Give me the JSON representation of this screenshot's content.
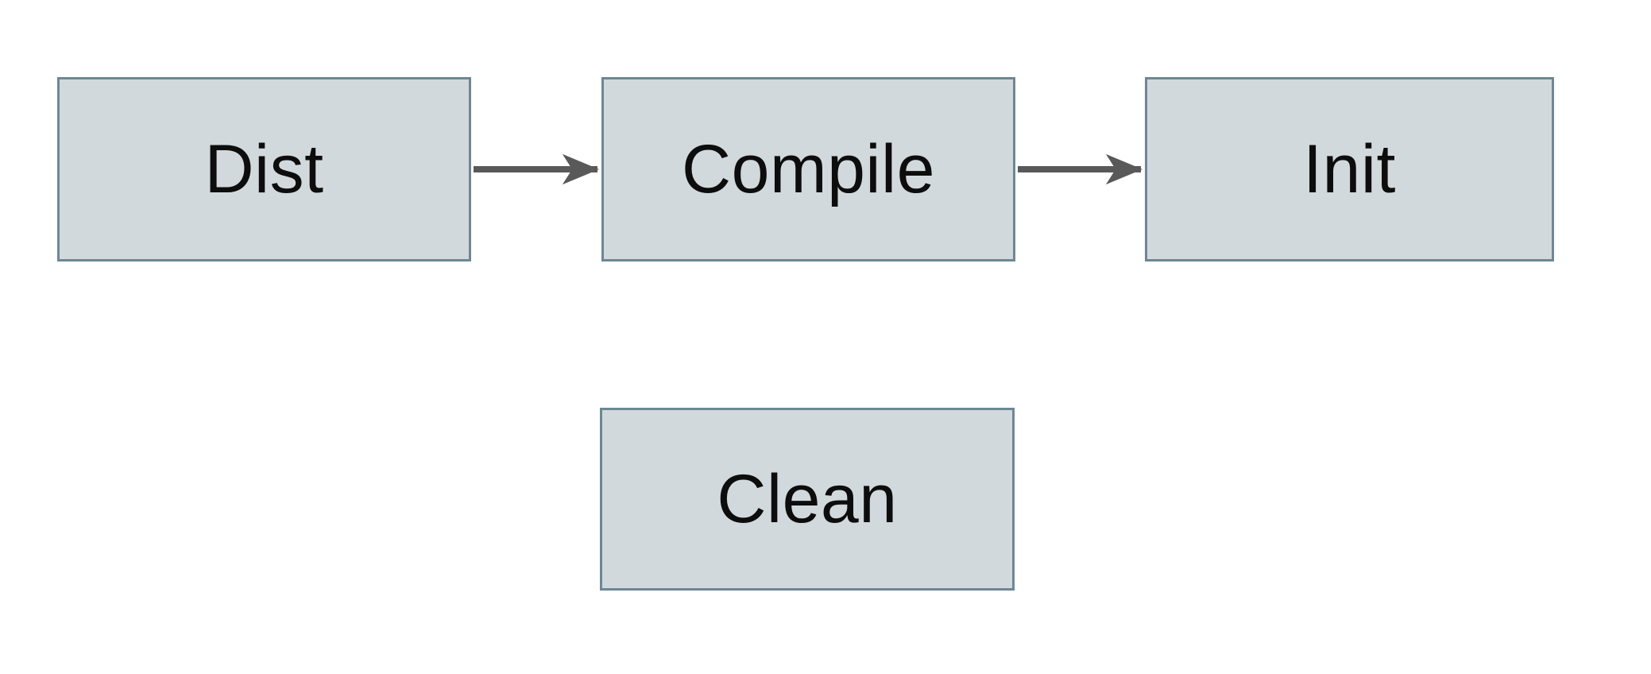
{
  "diagram": {
    "type": "flowchart",
    "nodes": [
      {
        "id": "dist",
        "label": "Dist"
      },
      {
        "id": "compile",
        "label": "Compile"
      },
      {
        "id": "init",
        "label": "Init"
      },
      {
        "id": "clean",
        "label": "Clean"
      }
    ],
    "edges": [
      {
        "from": "Dist",
        "to": "Compile",
        "style": "solid-arrow"
      },
      {
        "from": "Compile",
        "to": "Init",
        "style": "solid-arrow"
      }
    ],
    "colors": {
      "background": "#ffffff",
      "node_fill": "#d2d9dc",
      "node_border": "#6d8794",
      "arrow_color": "#595959",
      "text_color": "#0d0d0d"
    }
  }
}
